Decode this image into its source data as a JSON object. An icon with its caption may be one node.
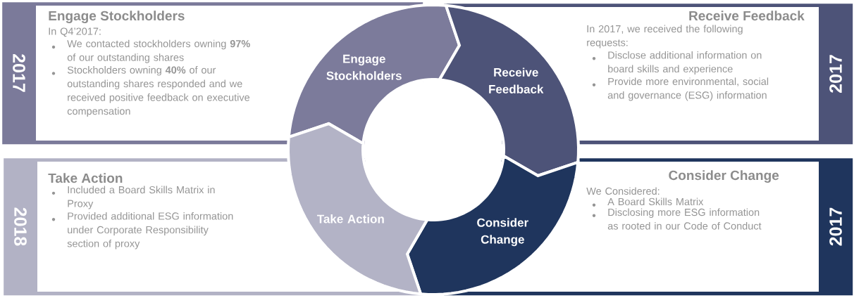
{
  "diagram": {
    "nodes": [
      {
        "text": [
          "2017",
          "Engage Stockholders",
          "In Q4’2017:",
          "We contacted stockholders owning **97%** of our outstanding shares",
          "Stockholders owning **40%** of our outstanding shares responded and we received positive feedback on executive compensation"
        ]
      },
      {
        "text": [
          "2017",
          "Receive Feedback",
          "In 2017, we received the following requests:",
          "Disclose additional information on board skills and experience",
          "Provide more environmental, social and governance (ESG) information"
        ]
      },
      {
        "text": [
          "2018",
          "Take Action",
          "Included a Board Skills Matrix in Proxy",
          "Provided additional ESG information under Corporate Responsibility section of proxy"
        ]
      },
      {
        "text": [
          "2017",
          "Consider Change",
          "We Considered:",
          "A Board Skills Matrix",
          "Disclosing more ESG information as rooted in our Code of Conduct"
        ]
      },
      {
        "text": [
          "Engage Stockholders"
        ]
      },
      {
        "text": [
          "Receive Feedback"
        ]
      },
      {
        "text": [
          "Consider Change"
        ]
      },
      {
        "text": [
          "Take Action"
        ]
      },
      {
        "text": [],
        "shape": "circle"
      }
    ]
  }
}
